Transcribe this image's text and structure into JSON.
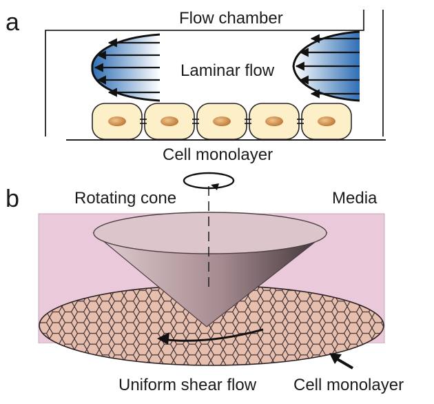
{
  "panel_a": {
    "letter": "a",
    "chamber_label": "Flow chamber",
    "flow_label": "Laminar flow",
    "cells_label": "Cell monolayer",
    "cell_count": 5,
    "colors": {
      "flow_dark": "#2f6fb5",
      "flow_light": "#ffffff",
      "cell_fill": "#fdf0c8",
      "nucleus": "#c8823a"
    }
  },
  "panel_b": {
    "letter": "b",
    "cone_label": "Rotating cone",
    "media_label": "Media",
    "shear_label": "Uniform shear flow",
    "cells_label": "Cell monolayer",
    "colors": {
      "media": "#e9c9da",
      "cone_light": "#d8c2c6",
      "cone_dark": "#3a2f33",
      "cell_fill": "#e6bfae"
    }
  }
}
